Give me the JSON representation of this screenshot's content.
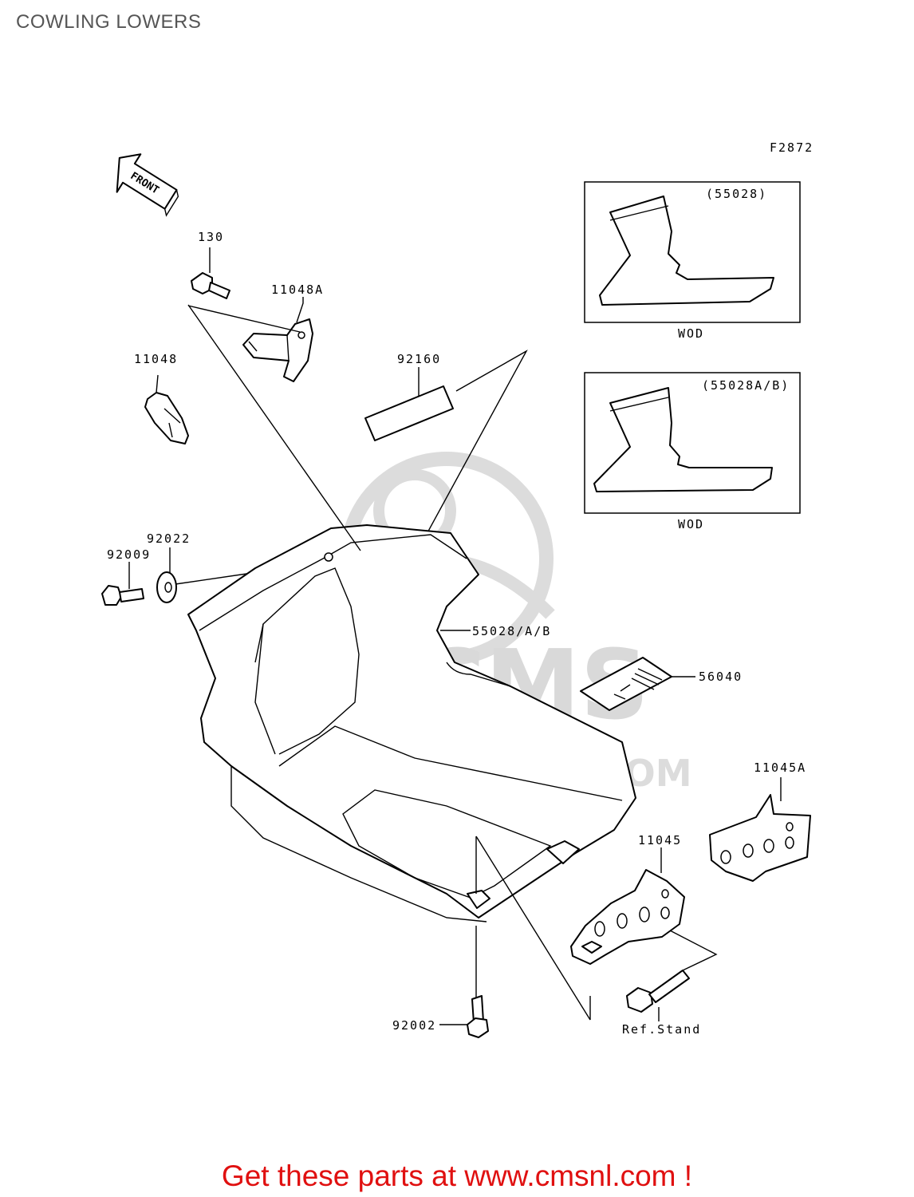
{
  "page": {
    "title": "COWLING LOWERS"
  },
  "diagram": {
    "figure_code": "F2872",
    "front_arrow": "FRONT",
    "inset_top": {
      "code": "(55028)",
      "caption": "WOD"
    },
    "inset_bottom": {
      "code": "(55028A/B)",
      "caption": "WOD"
    },
    "callouts": {
      "p130": "130",
      "p11048a": "11048A",
      "p11048": "11048",
      "p92160": "92160",
      "p92022": "92022",
      "p92009": "92009",
      "p55028": "55028/A/B",
      "p56040": "56040",
      "p11045a": "11045A",
      "p11045": "11045",
      "p92002": "92002",
      "ref_stand": "Ref.Stand"
    },
    "watermark": {
      "brand": "CMS",
      "url": "WWW.CMSNL.COM"
    }
  },
  "footer": {
    "promo": "Get these parts at www.cmsnl.com !"
  },
  "colors": {
    "promo": "#e01010",
    "title": "#555555",
    "watermark": "#d9d9d9"
  }
}
